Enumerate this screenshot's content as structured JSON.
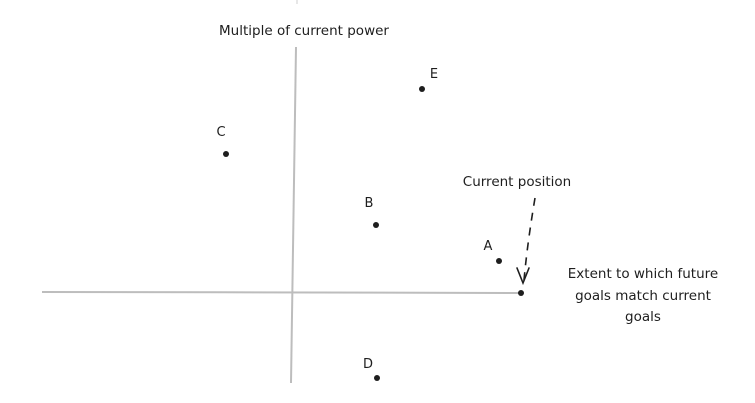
{
  "axes": {
    "y_label": "Multiple of current power",
    "x_label_lines": [
      "Extent to which future",
      "goals match current",
      "goals"
    ]
  },
  "annotation": {
    "text": "Current position"
  },
  "points": [
    {
      "label": "A"
    },
    {
      "label": "B"
    },
    {
      "label": "C"
    },
    {
      "label": "D"
    },
    {
      "label": "E"
    },
    {
      "label": ""
    }
  ]
}
